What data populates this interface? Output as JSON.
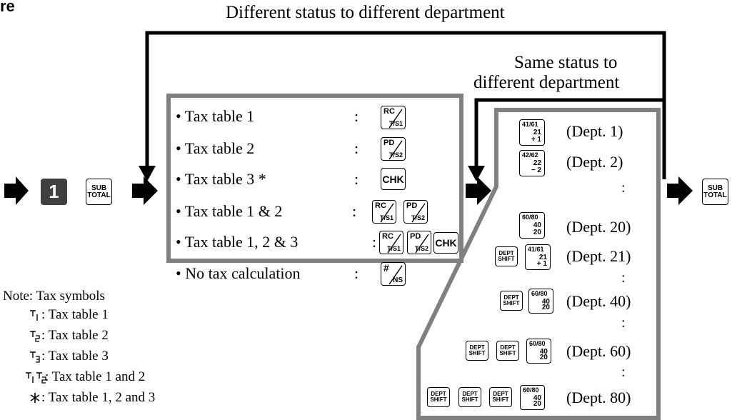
{
  "page_title_fragment": "re",
  "flow": {
    "top_label": "Different status to different department",
    "mid_label_line1": "Same status to",
    "mid_label_line2": "different department"
  },
  "entry_key": {
    "number": "1"
  },
  "subtotal_key": {
    "line1": "SUB",
    "line2": "TOTAL"
  },
  "tax_table": {
    "rows": [
      {
        "label": "• Tax table 1",
        "colon": ":"
      },
      {
        "label": "• Tax table 2",
        "colon": ":"
      },
      {
        "label": "• Tax table 3 *",
        "colon": ":"
      },
      {
        "label": "• Tax table 1 & 2",
        "colon": ":"
      },
      {
        "label": "• Tax table 1, 2 & 3",
        "colon": ":"
      },
      {
        "label": "• No tax calculation",
        "colon": ":"
      }
    ],
    "key_rc": {
      "main": "RC",
      "sub": "T/S1"
    },
    "key_pd": {
      "main": "PD",
      "sub": "T/S2"
    },
    "key_chk": "CHK",
    "key_ns": {
      "main": "#",
      "sub": "NS"
    }
  },
  "departments": {
    "rows": [
      {
        "label": "(Dept. 1)"
      },
      {
        "label": "(Dept. 2)"
      },
      {
        "label": "(Dept. 20)"
      },
      {
        "label": "(Dept. 21)"
      },
      {
        "label": "(Dept. 40)"
      },
      {
        "label": "(Dept. 60)"
      },
      {
        "label": "(Dept. 80)"
      }
    ],
    "ellipsis": ":",
    "key_d1": {
      "tl": "41/61",
      "mr": "21",
      "br": "+ 1"
    },
    "key_d2": {
      "tl": "42/62",
      "mr": "22",
      "br": "− 2"
    },
    "key_d20": {
      "tl": "60/80",
      "mr": "40",
      "br": "20"
    },
    "shift": {
      "line1": "DEPT",
      "line2": "SHIFT"
    }
  },
  "note": {
    "title": "Note: Tax symbols",
    "items": [
      {
        "symbol": "T1",
        "text": ":  Tax table 1"
      },
      {
        "symbol": "T2",
        "text": ":  Tax table 2"
      },
      {
        "symbol": "T3",
        "text": ":  Tax table 3"
      },
      {
        "symbol": "T1T2",
        "text": ": Tax table 1 and 2"
      },
      {
        "symbol": "*",
        "text": ":  Tax table 1, 2 and 3"
      }
    ]
  }
}
